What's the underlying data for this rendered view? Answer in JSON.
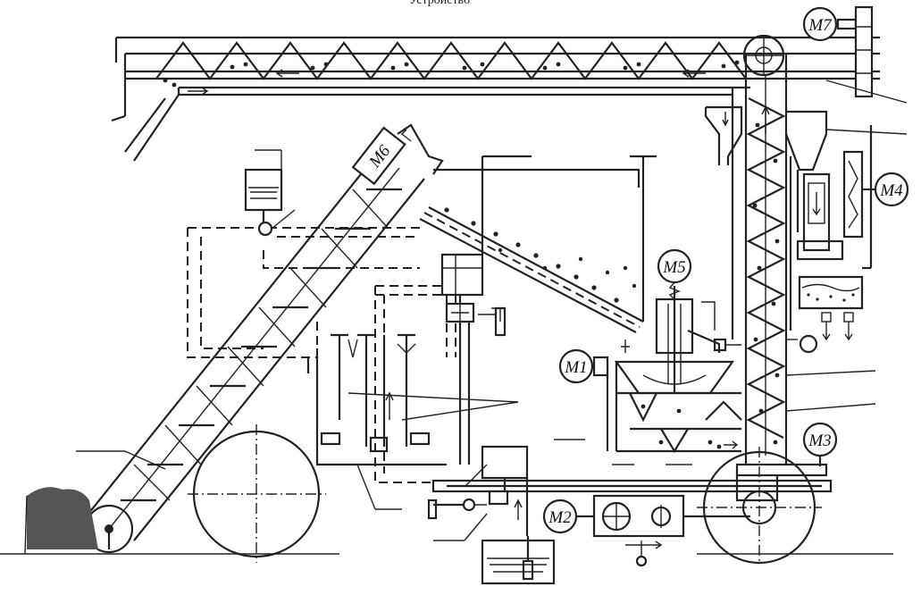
{
  "header": {
    "title_fragment": "Устройство"
  },
  "motors": [
    {
      "id": "m7",
      "label": "M7"
    },
    {
      "id": "m6",
      "label": "M6"
    },
    {
      "id": "m5",
      "label": "M5"
    },
    {
      "id": "m4",
      "label": "M4"
    },
    {
      "id": "m3",
      "label": "M3"
    },
    {
      "id": "m2",
      "label": "M2"
    },
    {
      "id": "m1",
      "label": "M1"
    }
  ]
}
